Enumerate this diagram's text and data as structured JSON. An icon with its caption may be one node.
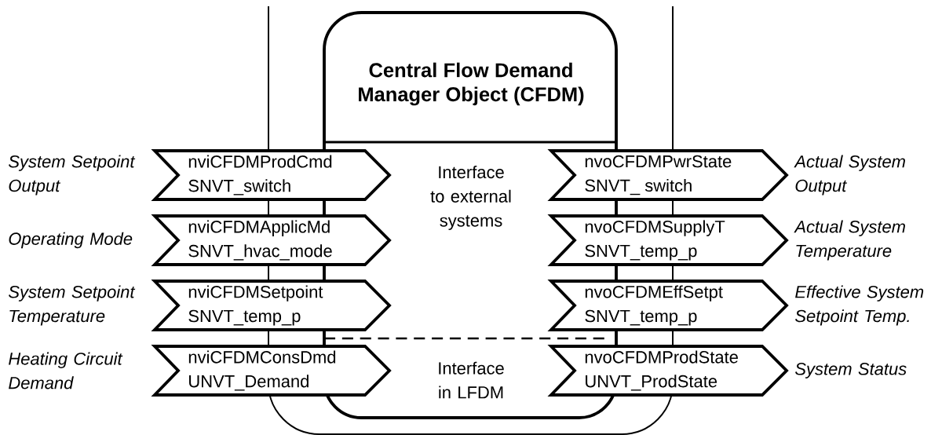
{
  "diagram": {
    "nodes": [
      {
        "text": [
          "Central Flow Demand Manager Object (CFDM)",
          "Interface to external systems",
          "Interface in LFDM"
        ]
      },
      {
        "text": [
          "nviCFDMProdCmd",
          "SNVT_switch"
        ],
        "beside": [
          "System Setpoint Output"
        ]
      },
      {
        "text": [
          "nvoCFDMPwrState",
          "SNVT_ switch"
        ],
        "beside": [
          "Actual System Output"
        ]
      },
      {
        "text": [
          "nviCFDMApplicMd",
          "SNVT_hvac_mode"
        ],
        "beside": [
          "Operating Mode"
        ]
      },
      {
        "text": [
          "nvoCFDMSupplyT",
          "SNVT_temp_p"
        ],
        "beside": [
          "Actual System Temperature"
        ]
      },
      {
        "text": [
          "nviCFDMSetpoint",
          "SNVT_temp_p"
        ],
        "beside": [
          "System Setpoint Temperature"
        ]
      },
      {
        "text": [
          "nvoCFDMEffSetpt",
          "SNVT_temp_p"
        ],
        "beside": [
          "Effective System Setpoint Temp."
        ]
      },
      {
        "text": [
          "nviCFDMConsDmd",
          "UNVT_Demand"
        ],
        "beside": [
          "Heating Circuit Demand"
        ]
      },
      {
        "text": [
          "nvoCFDMProdState",
          "UNVT_ProdState"
        ],
        "beside": [
          "System Status"
        ]
      }
    ]
  }
}
